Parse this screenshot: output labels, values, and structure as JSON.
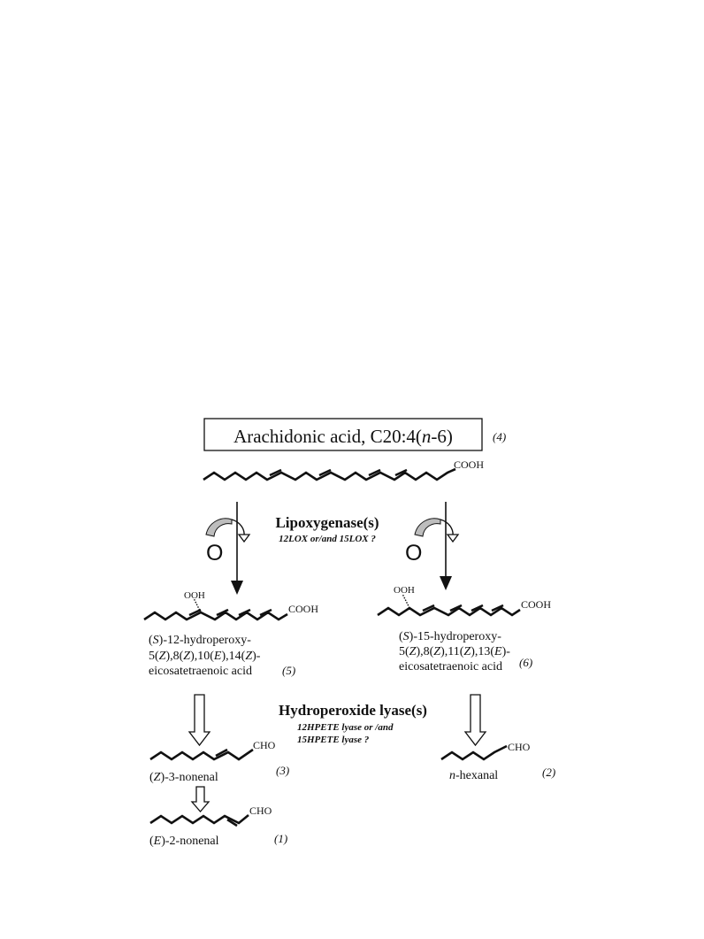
{
  "substrate": {
    "name_prefix": "Arachidonic acid, C20:4(",
    "name_italic": "n",
    "name_suffix": "-6)",
    "number": "(4)",
    "acid_group": "COOH"
  },
  "step1": {
    "enzyme": "Lipoxygenase(s)",
    "enzyme_detail": "12LOX or/and 15LOX ?",
    "oxygen": "O"
  },
  "product_12hpete": {
    "ooh": "OOH",
    "acid_group": "COOH",
    "line1_a": "(",
    "line1_s": "S",
    "line1_b": ")-12-hydroperoxy-",
    "line2": [
      {
        "t": "5(",
        "i": false
      },
      {
        "t": "Z",
        "i": true
      },
      {
        "t": "),8(",
        "i": false
      },
      {
        "t": "Z",
        "i": true
      },
      {
        "t": "),10(",
        "i": false
      },
      {
        "t": "E",
        "i": true
      },
      {
        "t": "),14(",
        "i": false
      },
      {
        "t": "Z",
        "i": true
      },
      {
        "t": ")-",
        "i": false
      }
    ],
    "line3": "eicosatetraenoic acid",
    "number": "(5)"
  },
  "product_15hpete": {
    "ooh": "OOH",
    "acid_group": "COOH",
    "line1_a": "(",
    "line1_s": "S",
    "line1_b": ")-15-hydroperoxy-",
    "line2": [
      {
        "t": "5(",
        "i": false
      },
      {
        "t": "Z",
        "i": true
      },
      {
        "t": "),8(",
        "i": false
      },
      {
        "t": "Z",
        "i": true
      },
      {
        "t": "),11(",
        "i": false
      },
      {
        "t": "Z",
        "i": true
      },
      {
        "t": "),13(",
        "i": false
      },
      {
        "t": "E",
        "i": true
      },
      {
        "t": ")-",
        "i": false
      }
    ],
    "line3": "eicosatetraenoic acid",
    "number": "(6)"
  },
  "step2": {
    "enzyme": "Hydroperoxide lyase(s)",
    "enzyme_detail_1": "12HPETE lyase or /and",
    "enzyme_detail_2": "15HPETE lyase ?"
  },
  "z3_nonenal": {
    "aldehyde": "CHO",
    "label_a": "(",
    "label_z": "Z",
    "label_b": ")-3-nonenal",
    "number": "(3)"
  },
  "e2_nonenal": {
    "aldehyde": "CHO",
    "label_a": "(",
    "label_e": "E",
    "label_b": ")-2-nonenal",
    "number": "(1)"
  },
  "hexanal": {
    "aldehyde": "CHO",
    "label_n": "n",
    "label_b": "-hexanal",
    "number": "(2)"
  }
}
